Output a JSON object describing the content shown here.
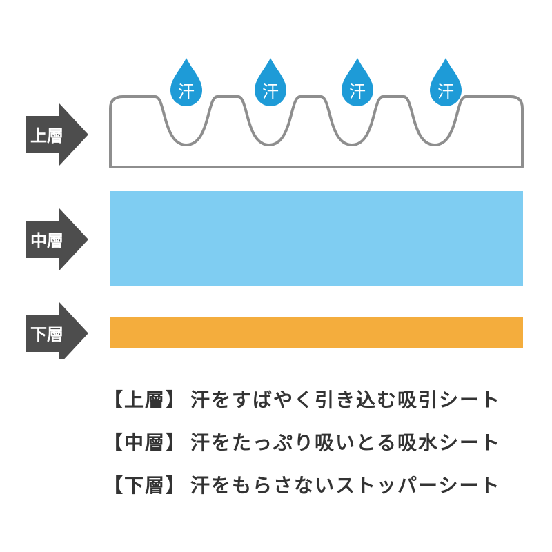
{
  "colors": {
    "arrow": "#4d4d4d",
    "arrow_text": "#ffffff",
    "outline": "#8e8e8e",
    "middle_layer": "#7fcdf2",
    "bottom_layer": "#f4ad3d",
    "drop": "#1e9bd7",
    "drop_text": "#ffffff",
    "legend_text": "#333333"
  },
  "drops": {
    "label": "汗",
    "count": 4
  },
  "layers": [
    {
      "label": "上層",
      "icon": "arrow-right-icon"
    },
    {
      "label": "中層",
      "icon": "arrow-right-icon"
    },
    {
      "label": "下層",
      "icon": "arrow-right-icon"
    }
  ],
  "legend": [
    {
      "tag": "【上層】",
      "text": "汗をすばやく引き込む吸引シート"
    },
    {
      "tag": "【中層】",
      "text": "汗をたっぷり吸いとる吸水シート"
    },
    {
      "tag": "【下層】",
      "text": "汗をもらさないストッパーシート"
    }
  ]
}
